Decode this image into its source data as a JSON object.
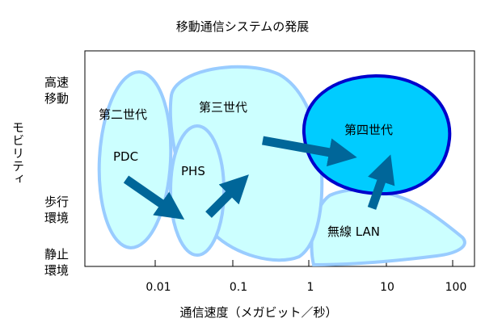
{
  "title": "移動通信システムの発展",
  "y_axis": {
    "label": "モビリティ",
    "levels": {
      "high": [
        "高速",
        "移動"
      ],
      "walk": [
        "歩行",
        "環境"
      ],
      "still": [
        "静止",
        "環境"
      ]
    }
  },
  "x_axis": {
    "label": "通信速度（メガビット／秒）",
    "ticks": [
      "0.01",
      "0.1",
      "1",
      "10",
      "100"
    ]
  },
  "regions": {
    "gen2": "第二世代",
    "pdc": "PDC",
    "phs": "PHS",
    "gen3": "第三世代",
    "gen4": "第四世代",
    "wlan": "無線 LAN"
  },
  "colors": {
    "fill_light": "#ccffff",
    "stroke_light": "#99ccff",
    "fill_gen4": "#00ccff",
    "stroke_gen4": "#0000cc",
    "arrow": "#006699"
  }
}
